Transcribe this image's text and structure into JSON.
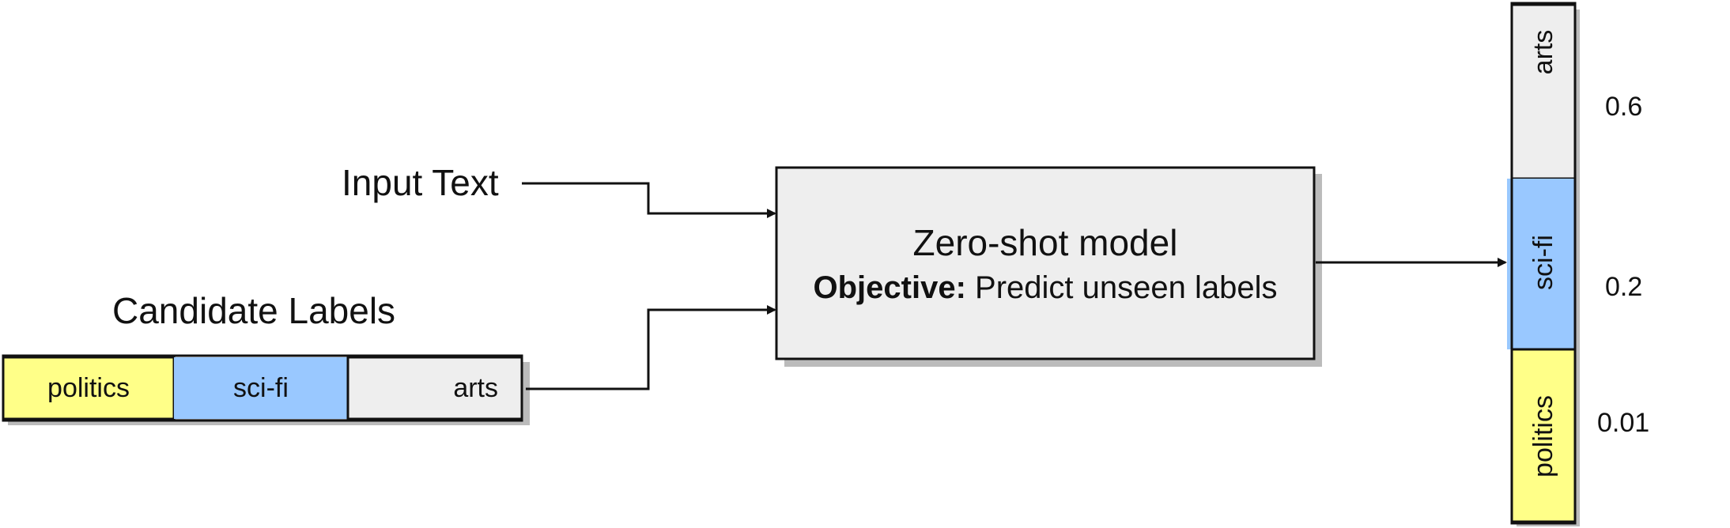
{
  "input_label": "Input Text",
  "candidates_title": "Candidate Labels",
  "candidate_labels": [
    {
      "text": "politics",
      "color": "#ffff88"
    },
    {
      "text": "sci-fi",
      "color": "#99c8ff"
    },
    {
      "text": "arts",
      "color": "#eeeeee"
    }
  ],
  "model": {
    "title": "Zero-shot model",
    "objective_label": "Objective:",
    "objective_text": "Predict unseen labels",
    "fill": "#eeeeee"
  },
  "outputs": [
    {
      "text": "arts",
      "score": "0.6",
      "color": "#eeeeee"
    },
    {
      "text": "sci-fi",
      "score": "0.2",
      "color": "#99c8ff"
    },
    {
      "text": "politics",
      "score": "0.01",
      "color": "#ffff88"
    }
  ],
  "colors": {
    "stroke": "#111111",
    "shadow": "#bbbbbb"
  }
}
